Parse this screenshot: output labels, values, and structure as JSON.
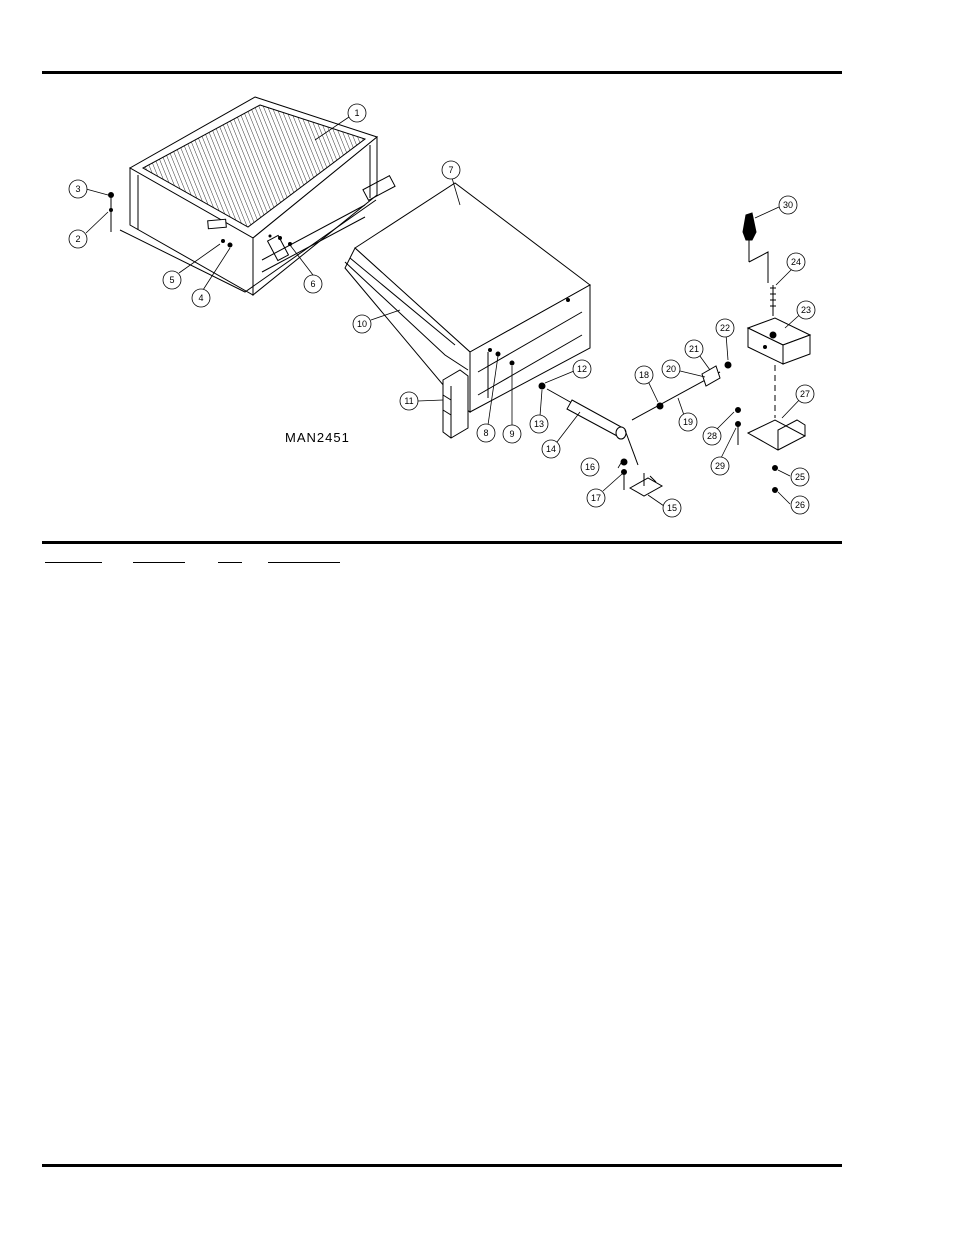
{
  "drawing_id": "MAN2451",
  "callouts": [
    "1",
    "2",
    "3",
    "4",
    "5",
    "6",
    "7",
    "8",
    "9",
    "10",
    "11",
    "12",
    "13",
    "14",
    "15",
    "16",
    "17",
    "18",
    "19",
    "20",
    "21",
    "22",
    "23",
    "24",
    "25",
    "26",
    "27",
    "28",
    "29",
    "30"
  ],
  "table_columns": 4
}
